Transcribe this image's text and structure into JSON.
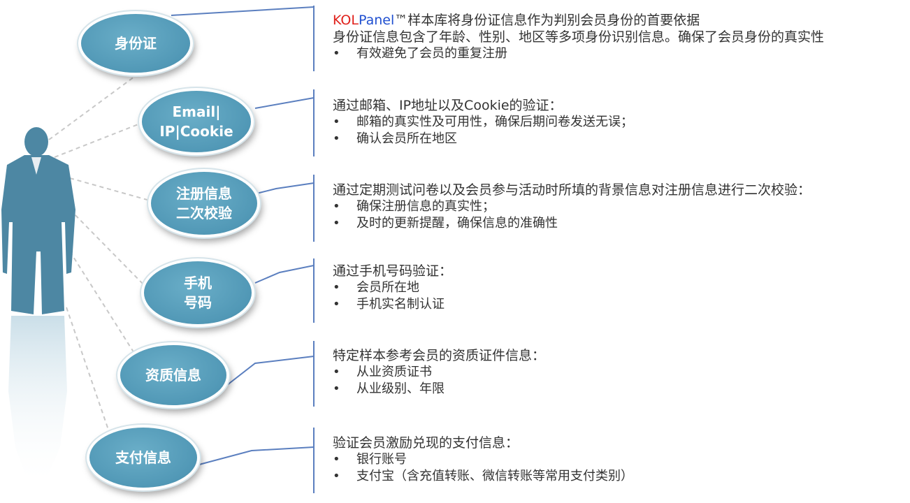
{
  "nodes": [
    {
      "label": "身份证"
    },
    {
      "label": "Email|\nIP|Cookie"
    },
    {
      "label": "注册信息\n二次校验"
    },
    {
      "label": "手机\n号码"
    },
    {
      "label": "资质信息"
    },
    {
      "label": "支付信息"
    }
  ],
  "blocks": [
    {
      "title_brand_a": "KOL",
      "title_brand_b": "Panel",
      "title_rest": "™样本库将身份证信息作为判别会员身份的首要依据",
      "line2": "身份证信息包含了年龄、性别、地区等多项身份识别信息。确保了会员身份的真实性",
      "bullets": [
        "有效避免了会员的重复注册"
      ]
    },
    {
      "title": "通过邮箱、IP地址以及Cookie的验证：",
      "bullets": [
        "邮箱的真实性及可用性，确保后期问卷发送无误；",
        "确认会员所在地区"
      ]
    },
    {
      "title": "通过定期测试问卷以及会员参与活动时所填的背景信息对注册信息进行二次校验：",
      "bullets": [
        "确保注册信息的真实性；",
        "及时的更新提醒，确保信息的准确性"
      ]
    },
    {
      "title": "通过手机号码验证：",
      "bullets": [
        "会员所在地",
        "手机实名制认证"
      ]
    },
    {
      "title": "特定样本参考会员的资质证件信息：",
      "bullets": [
        "从业资质证书",
        "从业级别、年限"
      ]
    },
    {
      "title": "验证会员激励兑现的支付信息：",
      "bullets": [
        "银行账号",
        "支付宝（含充值转账、微信转账等常用支付类别）"
      ]
    }
  ],
  "bullet_glyph": "•",
  "colors": {
    "node_fill": "#5198b6",
    "connector": "#5b7fbf",
    "bracket": "#5b7fbf",
    "dashed": "#c8c8c8",
    "silhouette": "#4d87a3",
    "brand_kol": "#e0201b",
    "brand_panel": "#1f4fd0"
  },
  "icons": [
    "person-silhouette-icon"
  ]
}
